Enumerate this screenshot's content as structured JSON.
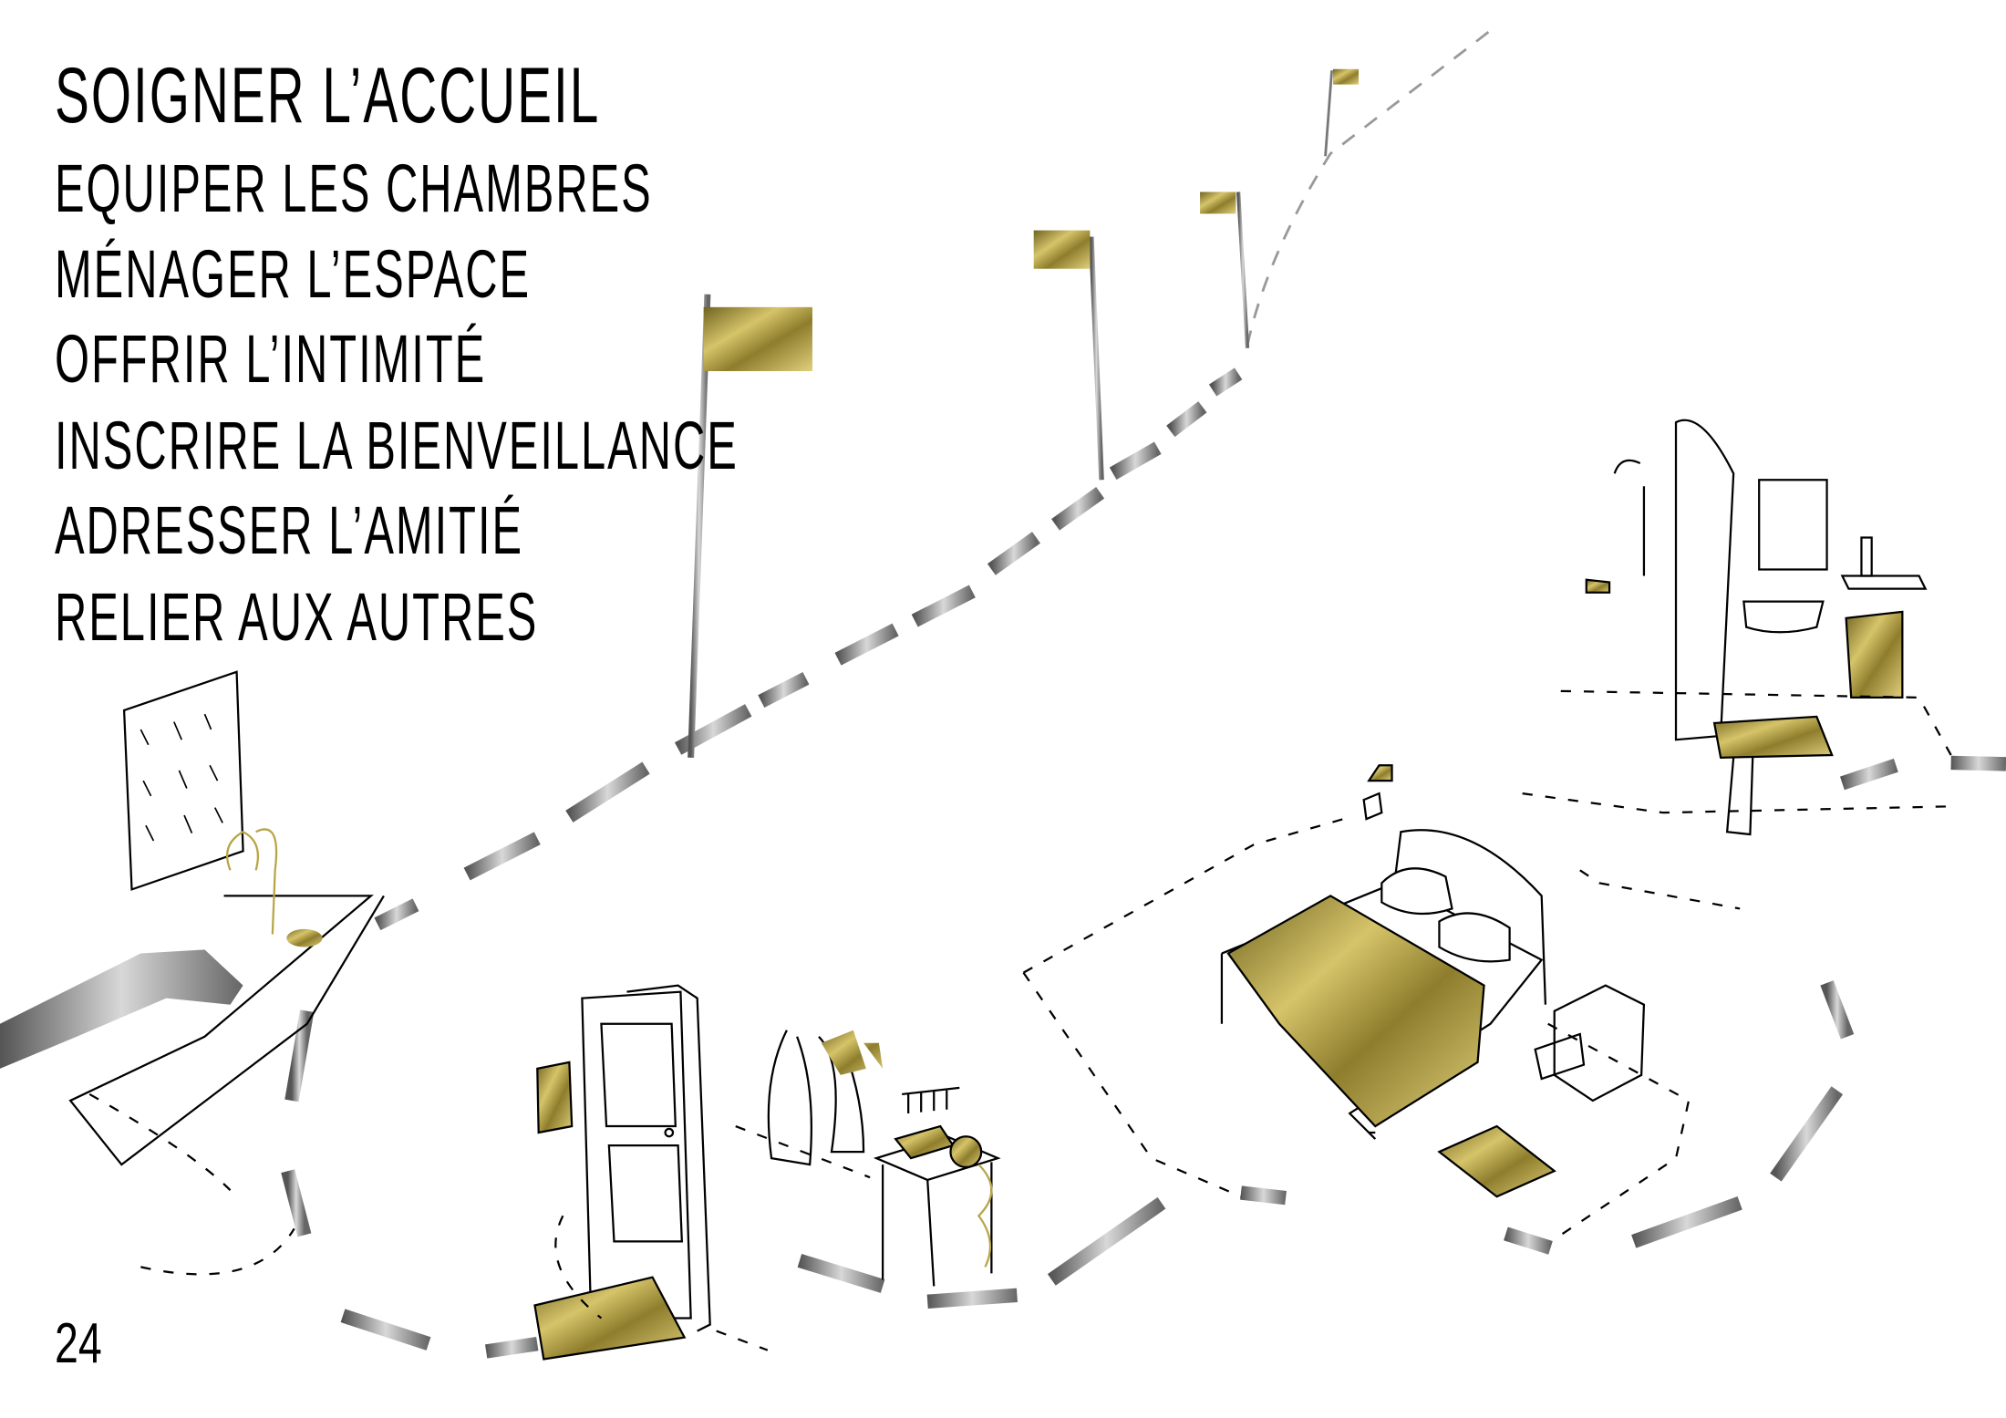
{
  "headings": [
    "SOIGNER L’ACCUEIL",
    "EQUIPER LES CHAMBRES",
    "MÉNAGER L’ESPACE",
    "OFFRIR L’INTIMITÉ",
    "INSCRIRE LA BIENVEILLANCE",
    "ADRESSER L’AMITIÉ",
    "RELIER AUX AUTRES"
  ],
  "page_number": "24",
  "colors": {
    "gold": "#b8a545",
    "gold_dark": "#7d6c22",
    "silver": "#8a8a8a",
    "ink": "#000000"
  }
}
